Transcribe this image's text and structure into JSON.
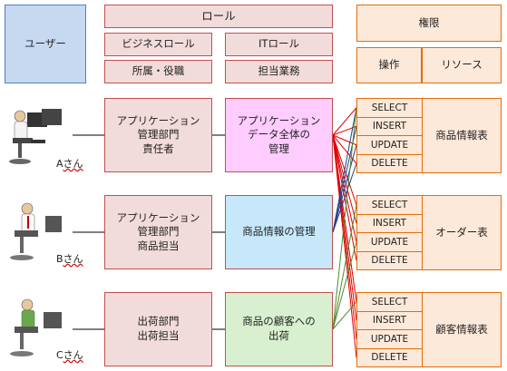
{
  "header": {
    "user": "ユーザー",
    "role": "ロール",
    "business_role": "ビジネスロール",
    "it_role": "ITロール",
    "affiliation": "所属・役職",
    "duty": "担当業務",
    "authority": "権限",
    "operation": "操作",
    "resource": "リソース"
  },
  "users": [
    {
      "name": "A",
      "suffix": "さん"
    },
    {
      "name": "B",
      "suffix": "さん"
    },
    {
      "name": "C",
      "suffix": "さん"
    }
  ],
  "business_roles": [
    "アプリケーション\n管理部門\n責任者",
    "アプリケーション\n管理部門\n商品担当",
    "出荷部門\n出荷担当"
  ],
  "it_roles": [
    "アプリケーション\nデータ全体の\n管理",
    "商品情報の管理",
    "商品の顧客への\n出荷"
  ],
  "operations": [
    "SELECT",
    "INSERT",
    "UPDATE",
    "DELETE"
  ],
  "resources": [
    "商品情報表",
    "オーダー表",
    "顧客情報表"
  ],
  "colors": {
    "role_header": "#f2dcdb",
    "user_header": "#c6d9f1",
    "authority": "#fde9d9",
    "it_role_1": "#ffccff",
    "it_role_2": "#c6e8fa",
    "it_role_3": "#d8f0cf",
    "line_red": "#e00000",
    "line_blue": "#1f3f8f",
    "line_green": "#4f8a2f"
  }
}
